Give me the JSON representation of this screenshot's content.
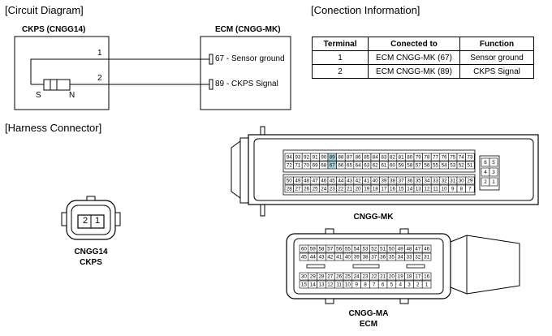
{
  "sections": {
    "circuit_diagram": "[Circuit Diagram]",
    "connection_info": "[Conection Information]",
    "harness_connector": "[Harness Connector]"
  },
  "circuit": {
    "left_title": "CKPS (CNGG14)",
    "right_title": "ECM (CNGG-MK)",
    "wire1_num": "1",
    "wire2_num": "2",
    "sensor_s": "S",
    "sensor_n": "N",
    "pin67_label": "67 - Sensor ground",
    "pin89_label": "89 - CKPS Signal"
  },
  "conn_table": {
    "headers": [
      "Terminal",
      "Conected to",
      "Function"
    ],
    "rows": [
      [
        "1",
        "ECM CNGG-MK (67)",
        "Sensor ground"
      ],
      [
        "2",
        "ECM CNGG-MK (89)",
        "CKPS Signal"
      ]
    ]
  },
  "connectors": {
    "cngg14_pins": [
      "2",
      "1"
    ],
    "cngg14_name": "CNGG14",
    "cngg14_sub": "CKPS",
    "mk_name": "CNGG-MK",
    "ma_name": "CNGG-MA",
    "ma_sub": "ECM",
    "highlight_color": "#a8d4dc",
    "mk_row1": [
      "94",
      "93",
      "92",
      "91",
      "90",
      "89",
      "88",
      "87",
      "86",
      "85",
      "84",
      "83",
      "82",
      "81",
      "80",
      "79",
      "78",
      "77",
      "76",
      "75",
      "74",
      "73"
    ],
    "mk_row2": [
      "72",
      "71",
      "70",
      "69",
      "68",
      "67",
      "66",
      "65",
      "64",
      "63",
      "62",
      "61",
      "60",
      "59",
      "58",
      "57",
      "56",
      "55",
      "54",
      "53",
      "52",
      "51"
    ],
    "mk_row3": [
      "50",
      "49",
      "48",
      "47",
      "46",
      "45",
      "44",
      "43",
      "42",
      "41",
      "40",
      "39",
      "38",
      "37",
      "36",
      "35",
      "34",
      "33",
      "32",
      "31",
      "30",
      "29"
    ],
    "mk_row4": [
      "28",
      "27",
      "26",
      "25",
      "24",
      "23",
      "22",
      "21",
      "20",
      "19",
      "18",
      "17",
      "16",
      "15",
      "14",
      "13",
      "12",
      "11",
      "10",
      "9",
      "8",
      "7"
    ],
    "mk_small": [
      [
        "6",
        "5"
      ],
      [
        "4",
        "3"
      ],
      [
        "2",
        "1"
      ]
    ],
    "mk_highlight": [
      "89",
      "67"
    ],
    "ma_row1": [
      "60",
      "59",
      "58",
      "57",
      "56",
      "55",
      "54",
      "53",
      "52",
      "51",
      "50",
      "49",
      "48",
      "47",
      "46"
    ],
    "ma_row2": [
      "45",
      "44",
      "43",
      "42",
      "41",
      "40",
      "39",
      "38",
      "37",
      "36",
      "35",
      "34",
      "33",
      "32",
      "31"
    ],
    "ma_row3": [
      "30",
      "29",
      "28",
      "27",
      "26",
      "25",
      "24",
      "23",
      "22",
      "21",
      "20",
      "19",
      "18",
      "17",
      "16"
    ],
    "ma_row4": [
      "15",
      "14",
      "13",
      "12",
      "11",
      "10",
      "9",
      "8",
      "7",
      "6",
      "5",
      "4",
      "3",
      "2",
      "1"
    ]
  }
}
